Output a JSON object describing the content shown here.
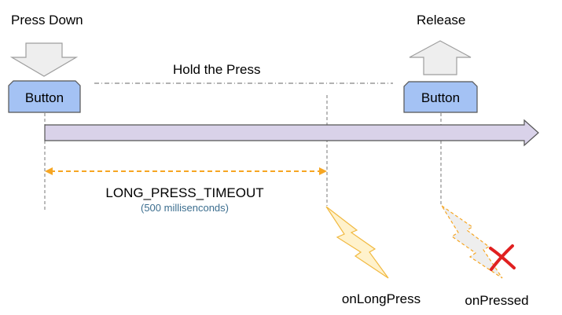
{
  "labels": {
    "press_down": "Press Down",
    "release": "Release",
    "hold_the_press": "Hold the Press",
    "button_left": "Button",
    "button_right": "Button",
    "timeout_name": "LONG_PRESS_TIMEOUT",
    "timeout_value": "(500 millisenconds)",
    "on_long_press": "onLongPress",
    "on_pressed": "onPressed"
  },
  "colors": {
    "button_fill": "#a4c2f4",
    "timeline_fill": "#d9d2e9",
    "timeout_arrow": "#f6a623",
    "lightning_active_fill": "#fff2cc",
    "lightning_active_stroke": "#f1b940",
    "lightning_inactive_fill": "#eeeeee",
    "lightning_inactive_stroke": "#f6a623",
    "cross_mark": "#e02020",
    "timeout_value_text": "#3c6e8f"
  },
  "icons": {
    "press_arrow": "down-arrow-icon",
    "release_arrow": "up-arrow-icon",
    "long_press_trigger": "lightning-icon",
    "pressed_trigger": "lightning-icon",
    "cancel_mark": "cross-icon"
  }
}
